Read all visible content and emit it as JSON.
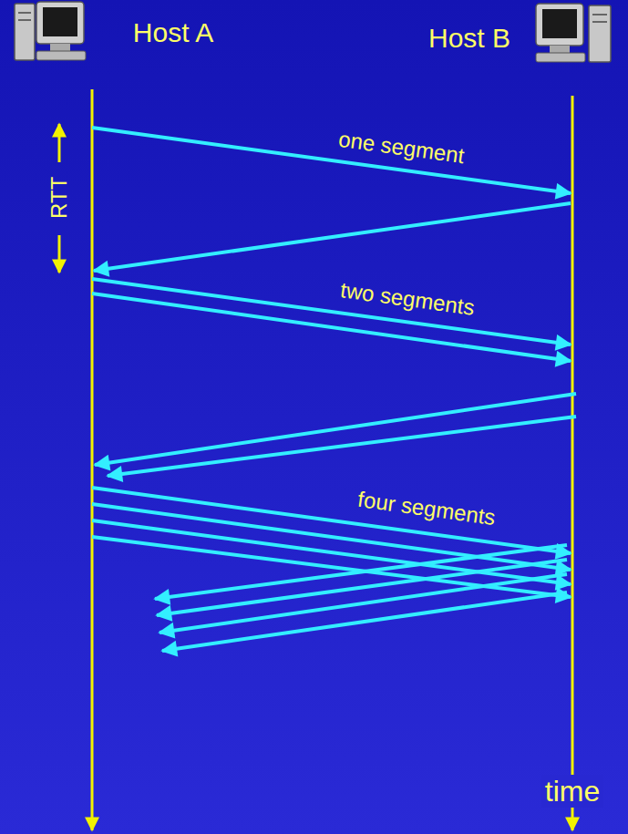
{
  "diagram": {
    "labels": [
      "Host A",
      "Host B",
      "RTT",
      "one segment",
      "two segments",
      "four segments",
      "time"
    ]
  }
}
